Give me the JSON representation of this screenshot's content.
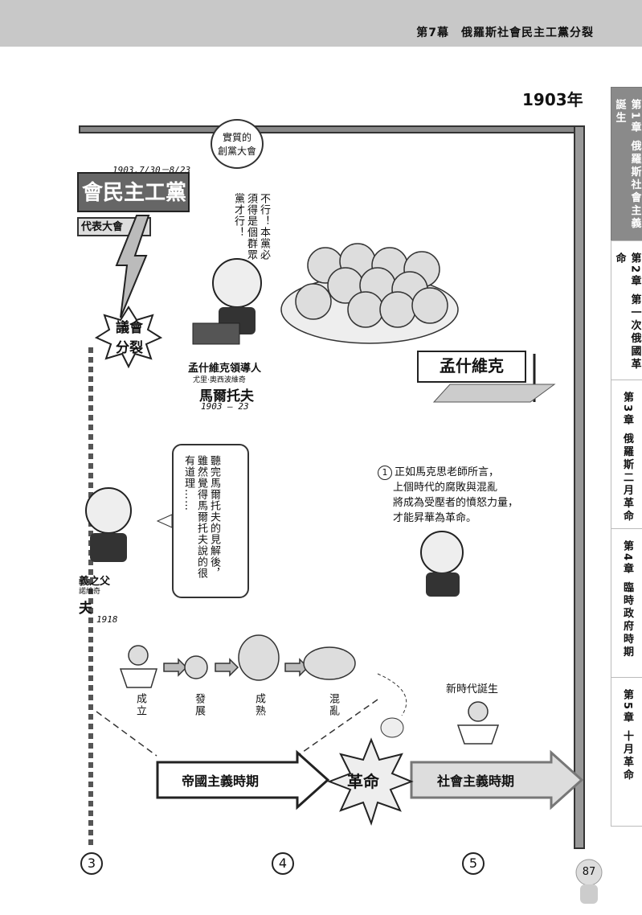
{
  "header": {
    "title": "第7幕　俄羅斯社會民主工黨分裂"
  },
  "year": "1903年",
  "chapters": [
    {
      "label": "第1章 俄羅斯社會主義誕生",
      "active": true
    },
    {
      "label": "第2章 第一次俄國革命",
      "active": false
    },
    {
      "label": "第3章 俄羅斯二月革命",
      "active": false
    },
    {
      "label": "第4章 臨時政府時期",
      "active": false
    },
    {
      "label": "第5章 十月革命",
      "active": false
    }
  ],
  "congress": {
    "bubble_line1": "實質的",
    "bubble_line2": "創黨大會",
    "dates": "1903.7/30－8/23",
    "banner": "會民主工黨",
    "banner_sub": "代表大會",
    "split_line1": "議會",
    "split_line2": "分裂"
  },
  "martov": {
    "quote": "不行！本黨必須得是個群眾黨才行！",
    "role": "孟什維克領導人",
    "fullname": "尤里·奧西波維奇",
    "name": "馬爾托夫",
    "years": "1903 – 23"
  },
  "menshevik_sign": "孟什維克",
  "plekhanov": {
    "quote": "聽完馬爾托夫的見解後，雖然覺得馬爾托夫說的很有道理……",
    "role": "義之父",
    "fullname": "諾維奇",
    "name": "夫",
    "years": "1918"
  },
  "marx_quote": {
    "num": "1",
    "lines": [
      "正如馬克思老師所言，",
      "上個時代的腐敗與混亂",
      "將成為受壓者的憤怒力量，",
      "才能昇華為革命。"
    ]
  },
  "stages": [
    "成立",
    "發展",
    "成熟",
    "混亂"
  ],
  "new_era": "新時代誕生",
  "timeline": {
    "imperialism": "帝國主義時期",
    "revolution": "革命",
    "socialism": "社會主義時期"
  },
  "bottom_markers": [
    "3",
    "4",
    "5"
  ],
  "page_number": "87"
}
